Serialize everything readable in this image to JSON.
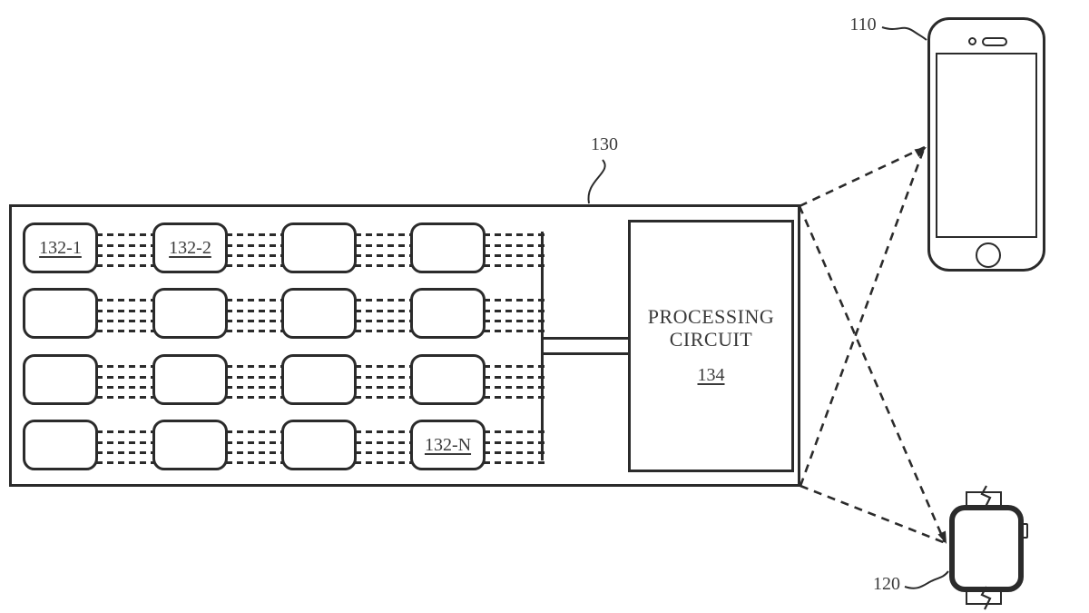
{
  "figure": {
    "labels": {
      "device_box": "130",
      "phone": "110",
      "watch": "120"
    },
    "processing_circuit": {
      "title": "PROCESSING CIRCUIT",
      "ref": "134"
    },
    "cell_labels": [
      "132-1",
      "132-2",
      "",
      "",
      "",
      "",
      "",
      "",
      "",
      "",
      "",
      "",
      "",
      "",
      "",
      "132-N"
    ],
    "colors": {
      "ink": "#2b2b2b",
      "background": "#ffffff"
    }
  }
}
